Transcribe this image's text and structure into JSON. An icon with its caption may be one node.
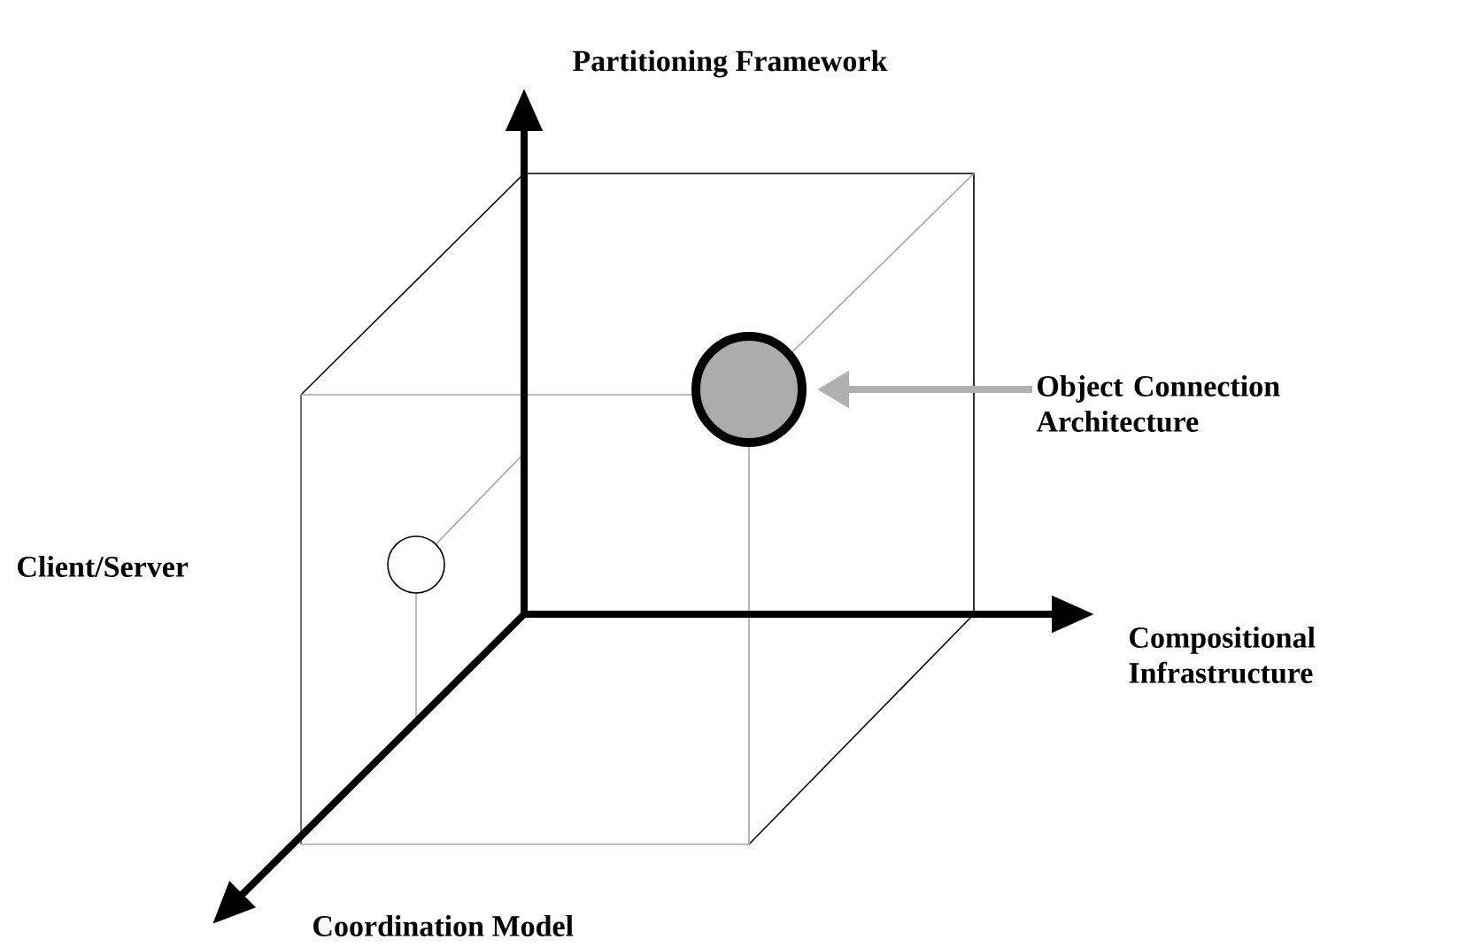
{
  "diagram": {
    "nodes": [
      {
        "text": [
          "Object Connection Architecture"
        ]
      },
      {
        "text": [],
        "shape": "circle"
      },
      {
        "text": [],
        "shape": "circle"
      }
    ],
    "edges": [
      {
        "from": 0,
        "to": 1,
        "arrow": "to",
        "color": "#b0b0b0"
      }
    ],
    "labels": [
      "Partitioning Framework",
      "Client/Server",
      "Compositional Infrastructure",
      "Coordination Model"
    ]
  }
}
